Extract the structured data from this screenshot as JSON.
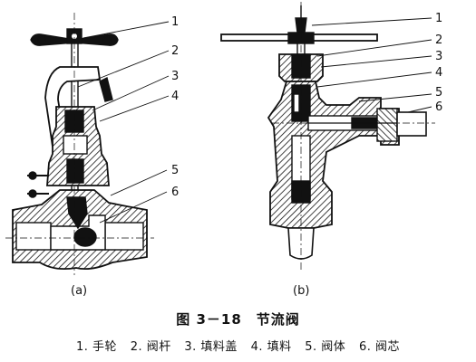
{
  "figure": {
    "caption": "图 3－18　节流阀",
    "legend": [
      {
        "num": "1",
        "text": "1. 手轮"
      },
      {
        "num": "2",
        "text": "2. 阀杆"
      },
      {
        "num": "3",
        "text": "3. 填料盖"
      },
      {
        "num": "4",
        "text": "4. 填料"
      },
      {
        "num": "5",
        "text": "5. 阀体"
      },
      {
        "num": "6",
        "text": "6. 阀芯"
      }
    ],
    "view_a": {
      "label": "(a)",
      "callouts": [
        "1",
        "2",
        "3",
        "4",
        "5",
        "6"
      ]
    },
    "view_b": {
      "label": "(b)",
      "callouts": [
        "1",
        "2",
        "3",
        "4",
        "5",
        "6"
      ]
    }
  },
  "colors": {
    "ink": "#111111",
    "paper": "#ffffff"
  }
}
